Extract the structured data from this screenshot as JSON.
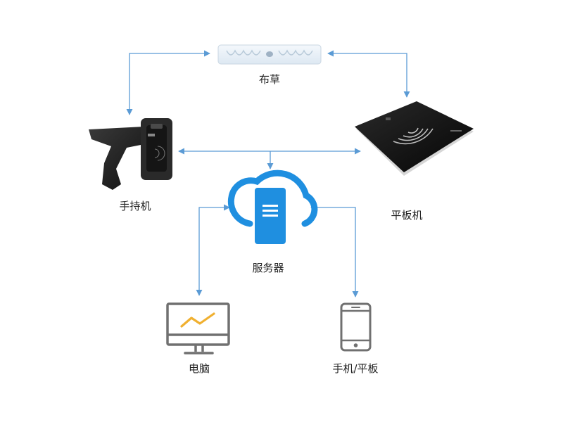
{
  "nodes": {
    "tag": {
      "label": "布草"
    },
    "handheld": {
      "label": "手持机"
    },
    "tablet_reader": {
      "label": "平板机"
    },
    "server": {
      "label": "服务器"
    },
    "computer": {
      "label": "电脑"
    },
    "mobile": {
      "label": "手机/平板"
    }
  },
  "colors": {
    "connector": "#5b9bd5",
    "cloud": "#1f8fe0",
    "server_box": "#1f8fe0",
    "device_outline": "#707070",
    "chart_line": "#f0b030"
  }
}
